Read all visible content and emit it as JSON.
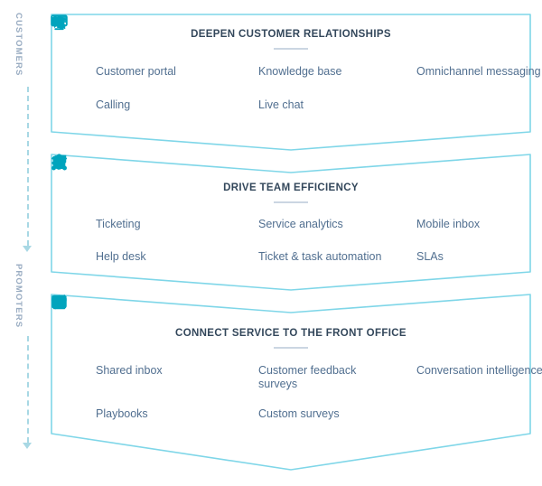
{
  "axis": {
    "segments": [
      {
        "label": "CUSTOMERS"
      },
      {
        "label": "PROMOTERS"
      }
    ],
    "line_color": "#A8D8E4",
    "label_color": "#99ACC2"
  },
  "theme": {
    "icon_color": "#00A4BD",
    "title_color": "#33475B",
    "label_color": "#516F90",
    "panel_border": "#7FD6E8",
    "rule_color": "#CBD6E2"
  },
  "panels": [
    {
      "title": "DEEPEN CUSTOMER RELATIONSHIPS",
      "items": [
        {
          "label": "Customer portal",
          "icon": "monitor-icon"
        },
        {
          "label": "Knowledge base",
          "icon": "graduation-cap-icon"
        },
        {
          "label": "Omnichannel messaging",
          "icon": "omnichannel-messaging-icon"
        },
        {
          "label": "Calling",
          "icon": "phone-icon"
        },
        {
          "label": "Live chat",
          "icon": "chat-bubbles-icon"
        },
        {
          "label": "",
          "icon": ""
        }
      ]
    },
    {
      "title": "DRIVE TEAM EFFICIENCY",
      "items": [
        {
          "label": "Ticketing",
          "icon": "tag-icon"
        },
        {
          "label": "Service analytics",
          "icon": "lightbulb-icon"
        },
        {
          "label": "Mobile inbox",
          "icon": "phone-icon"
        },
        {
          "label": "Help desk",
          "icon": "person-icon"
        },
        {
          "label": "Ticket & task automation",
          "icon": "workflow-icon"
        },
        {
          "label": "SLAs",
          "icon": "alarm-clock-icon"
        }
      ]
    },
    {
      "title": "CONNECT SERVICE TO THE FRONT OFFICE",
      "items": [
        {
          "label": "Shared inbox",
          "icon": "inbox-icon"
        },
        {
          "label": "Customer feedback surveys",
          "icon": "heart-icon"
        },
        {
          "label": "Conversation intelligence",
          "icon": "double-bolt-icon"
        },
        {
          "label": "Playbooks",
          "icon": "book-icon"
        },
        {
          "label": "Custom surveys",
          "icon": "edit-square-icon"
        },
        {
          "label": "",
          "icon": ""
        }
      ]
    }
  ]
}
